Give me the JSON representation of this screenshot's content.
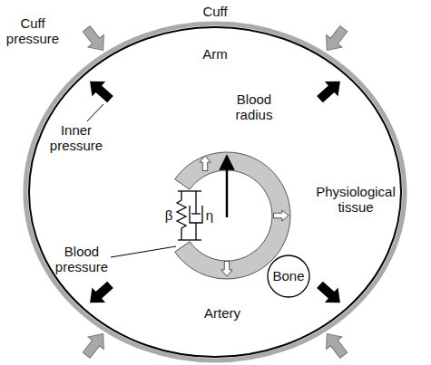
{
  "diagram": {
    "nodes": [
      {
        "text": [
          "Bone"
        ]
      }
    ],
    "labels": [
      "Cuff",
      "Cuff pressure",
      "Arm",
      "Inner pressure",
      "Blood radius",
      "β",
      "η",
      "Physiological tissue",
      "Blood pressure",
      "Artery"
    ]
  }
}
